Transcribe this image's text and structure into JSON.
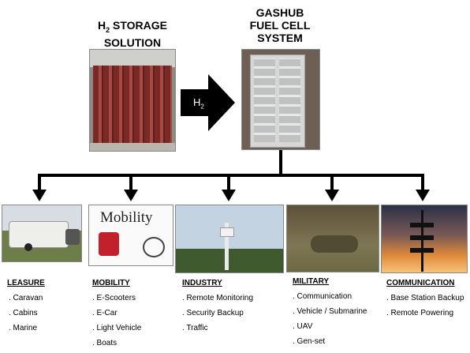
{
  "storage": {
    "line1_prefix": "H",
    "line1_sub": "2",
    "line1_rest": " STORAGE",
    "line2": "SOLUTION"
  },
  "fuelcell": {
    "line1": "GASHUB",
    "line2": "FUEL CELL",
    "line3": "SYSTEM"
  },
  "arrow": {
    "label": "H",
    "sub": "2"
  },
  "mobility_image_text": "Mobility",
  "columns": [
    {
      "heading": "LEASURE",
      "items": [
        ". Caravan",
        ". Cabins",
        ". Marine"
      ]
    },
    {
      "heading": "MOBILITY",
      "items": [
        ". E-Scooters",
        ". E-Car",
        ". Light Vehicle",
        ". Boats"
      ]
    },
    {
      "heading": "INDUSTRY",
      "items": [
        ". Remote Monitoring",
        ". Security Backup",
        ". Traffic"
      ]
    },
    {
      "heading": "MILITARY",
      "items": [
        ". Communication",
        ". Vehicle / Submarine",
        ". UAV",
        ". Gen-set"
      ]
    },
    {
      "heading": "COMMUNICATION",
      "items": [
        ". Base Station Backup",
        ". Remote Powering"
      ]
    }
  ]
}
